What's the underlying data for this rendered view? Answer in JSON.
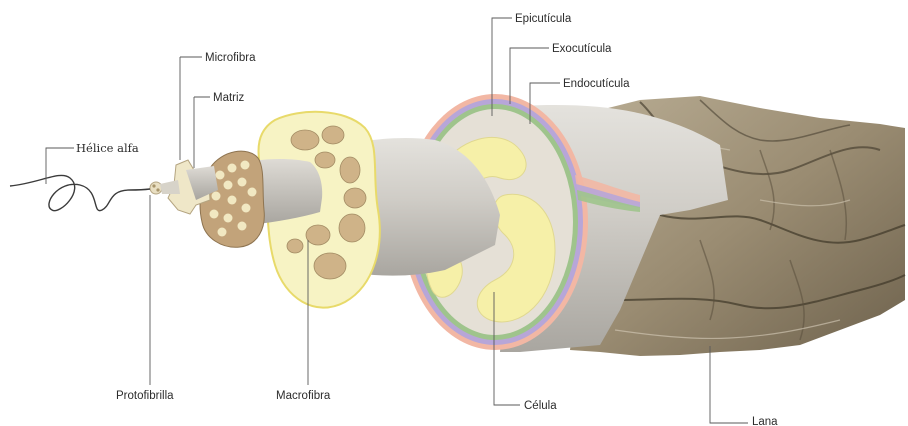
{
  "labels": {
    "helice_alfa": "Hélice alfa",
    "protofibrilla": "Protofibrilla",
    "microfibra": "Microfibra",
    "matriz": "Matriz",
    "macrofibra": "Macrofibra",
    "epicuticula": "Epicutícula",
    "exocuticula": "Exocutícula",
    "endocuticula": "Endocutícula",
    "celula": "Célula",
    "lana": "Lana"
  },
  "colors": {
    "epicuticula": "#f2b7a4",
    "exocuticula": "#b7a6d8",
    "endocuticula": "#9fc48c",
    "cortex_fill": "#f6f0a8",
    "macrofibra_outline": "#e8da6a",
    "granule": "#cfb388",
    "shaft": "#c9c7c2",
    "wool_scale": "#8f8168"
  }
}
